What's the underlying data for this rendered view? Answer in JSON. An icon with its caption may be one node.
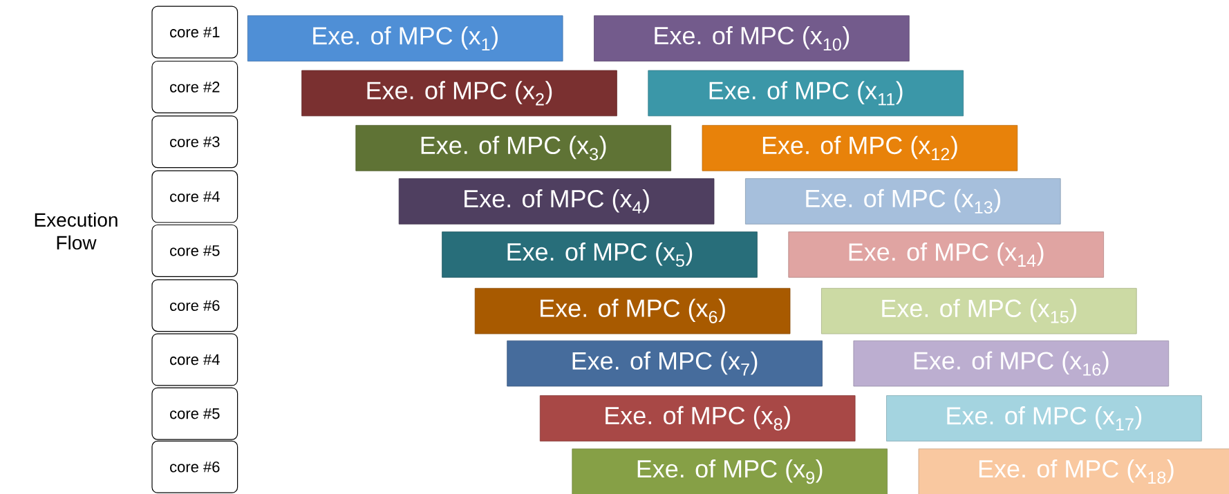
{
  "diagram": {
    "nodes": [
      {
        "text": [
          "core #1"
        ]
      },
      {
        "text": [
          "core #2"
        ]
      },
      {
        "text": [
          "core #3"
        ]
      },
      {
        "text": [
          "core #4"
        ]
      },
      {
        "text": [
          "core #5"
        ]
      },
      {
        "text": [
          "core #6"
        ]
      },
      {
        "text": [
          "core #4"
        ]
      },
      {
        "text": [
          "core #5"
        ]
      },
      {
        "text": [
          "core #6"
        ]
      },
      {
        "text": [
          "Exe. of MPC (x$_{1}$)"
        ]
      },
      {
        "text": [
          "Exe. of MPC (x$_{10}$)"
        ]
      },
      {
        "text": [
          "Exe. of MPC (x$_{2}$)"
        ]
      },
      {
        "text": [
          "Exe. of MPC (x$_{11}$)"
        ]
      },
      {
        "text": [
          "Exe. of MPC (x$_{3}$)"
        ]
      },
      {
        "text": [
          "Exe. of MPC (x$_{12}$)"
        ]
      },
      {
        "text": [
          "Exe. of MPC (x$_{4}$)"
        ]
      },
      {
        "text": [
          "Exe. of MPC (x$_{13}$)"
        ]
      },
      {
        "text": [
          "Exe. of MPC (x$_{5}$)"
        ]
      },
      {
        "text": [
          "Exe. of MPC (x$_{14}$)"
        ]
      },
      {
        "text": [
          "Exe. of MPC (x$_{6}$)"
        ]
      },
      {
        "text": [
          "Exe. of MPC (x$_{15}$)"
        ]
      },
      {
        "text": [
          "Exe. of MPC (x$_{7}$)"
        ]
      },
      {
        "text": [
          "Exe. of MPC (x$_{16}$)"
        ]
      },
      {
        "text": [
          "Exe. of MPC (x$_{8}$)"
        ]
      },
      {
        "text": [
          "Exe. of MPC (x$_{17}$)"
        ]
      },
      {
        "text": [
          "Exe. of MPC (x$_{9}$)"
        ]
      },
      {
        "text": [
          "Exe. of MPC (x$_{18}$)"
        ]
      }
    ],
    "labels": [
      "Execution Flow"
    ]
  }
}
